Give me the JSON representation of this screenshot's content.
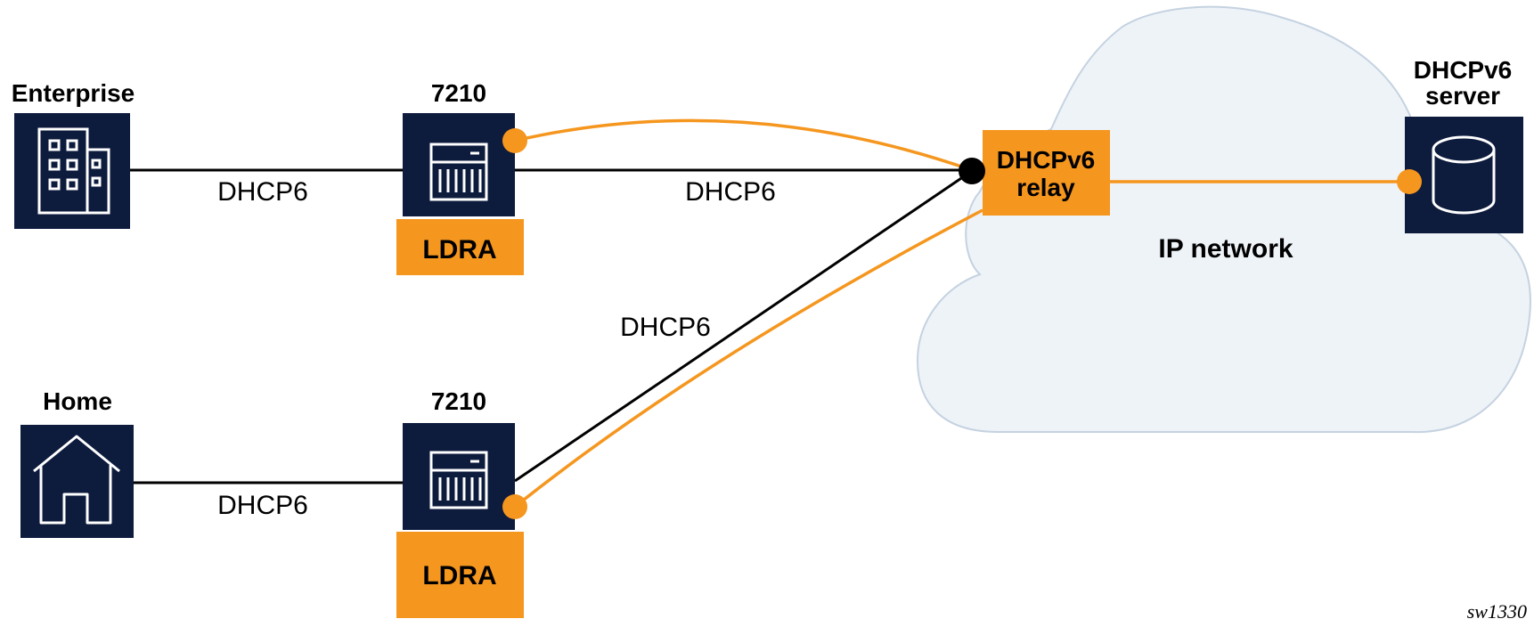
{
  "nodes": {
    "enterprise": {
      "label": "Enterprise"
    },
    "home": {
      "label": "Home"
    },
    "switch_top": {
      "label": "7210",
      "badge": "LDRA"
    },
    "switch_bottom": {
      "label": "7210",
      "badge": "LDRA"
    },
    "relay": {
      "line1": "DHCPv6",
      "line2": "relay"
    },
    "server": {
      "line1": "DHCPv6",
      "line2": "server"
    },
    "cloud": {
      "label": "IP network"
    }
  },
  "links": {
    "enterprise_to_switch": "DHCP6",
    "switch_top_to_relay": "DHCP6",
    "home_to_switch": "DHCP6",
    "switch_bottom_to_relay": "DHCP6"
  },
  "figure_id": "sw1330",
  "colors": {
    "navy": "#0d1b3d",
    "orange": "#f5961e",
    "cloud_fill": "#eef3f8",
    "cloud_stroke": "#c5d2e0",
    "line": "#000000"
  }
}
